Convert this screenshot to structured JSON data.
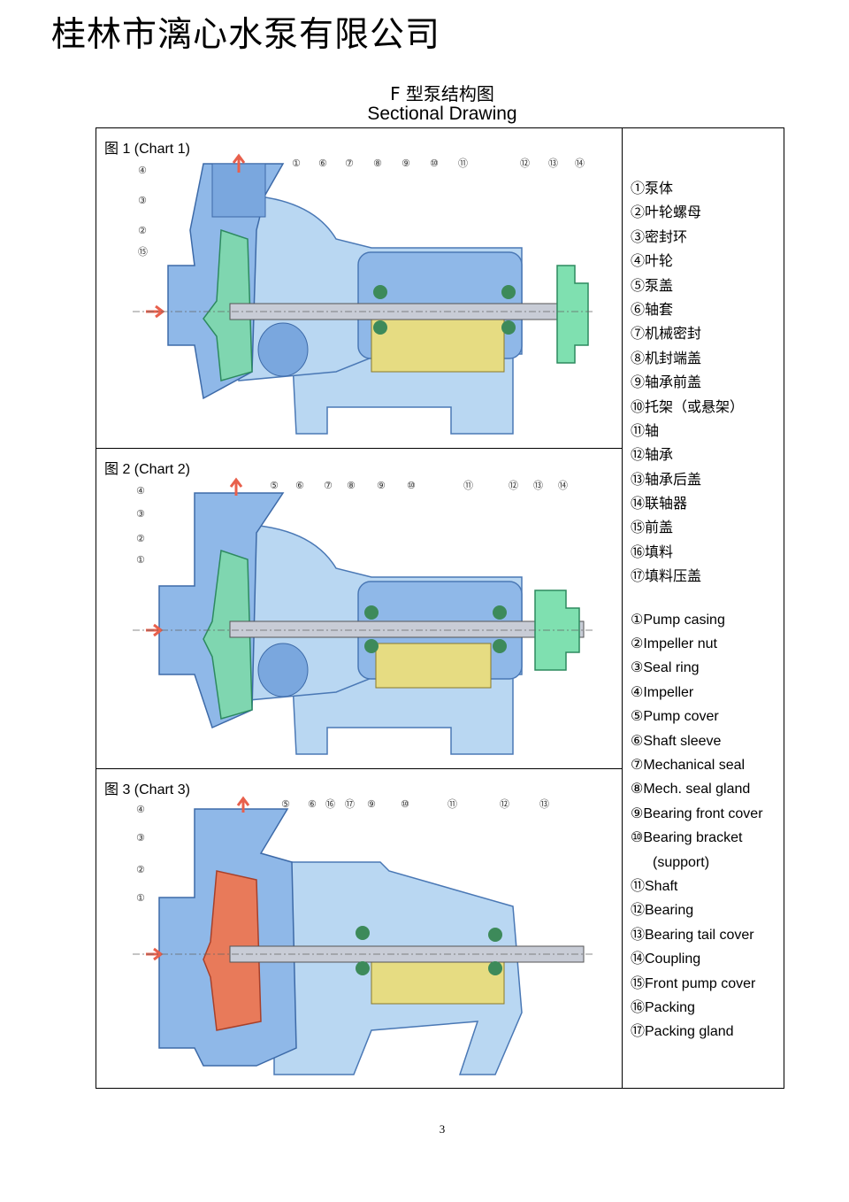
{
  "company": "桂林市漓心水泵有限公司",
  "title_cn": "F 型泵结构图",
  "title_en": "Sectional Drawing",
  "panels": [
    {
      "label": "图 1 (Chart 1)",
      "callouts": [
        "①",
        "⑥",
        "⑦",
        "⑧",
        "⑨",
        "⑩",
        "⑪",
        "⑫",
        "⑬",
        "⑭",
        "④",
        "③",
        "②",
        "⑮"
      ]
    },
    {
      "label": "图 2 (Chart 2)",
      "callouts": [
        "⑤",
        "⑥",
        "⑦",
        "⑧",
        "⑨",
        "⑩",
        "⑪",
        "⑫",
        "⑬",
        "⑭",
        "④",
        "③",
        "②",
        "①"
      ]
    },
    {
      "label": "图 3 (Chart 3)",
      "callouts": [
        "⑤",
        "⑥",
        "⑯",
        "⑰",
        "⑨",
        "⑩",
        "⑪",
        "⑫",
        "⑬",
        "④",
        "③",
        "②",
        "①"
      ]
    }
  ],
  "legend_cn": [
    "①泵体",
    "②叶轮螺母",
    "③密封环",
    "④叶轮",
    "⑤泵盖",
    "⑥轴套",
    "⑦机械密封",
    "⑧机封端盖",
    "⑨轴承前盖",
    "⑩托架（或悬架）",
    "⑪轴",
    "⑫轴承",
    "⑬轴承后盖",
    "⑭联轴器",
    "⑮前盖",
    "⑯填料",
    "⑰填料压盖"
  ],
  "legend_en": [
    "①Pump casing",
    "②Impeller nut",
    "③Seal ring",
    "④Impeller",
    "⑤Pump cover",
    "⑥Shaft sleeve",
    "⑦Mechanical seal",
    "⑧Mech. seal gland",
    "⑨Bearing front cover",
    "⑩Bearing bracket",
    "(support)",
    "⑪Shaft",
    "⑫Bearing",
    "⑬Bearing tail cover",
    "⑭Coupling",
    "⑮Front pump cover",
    "⑯Packing",
    "⑰Packing gland"
  ],
  "page_number": "3",
  "colors": {
    "casing": "#8fb8e8",
    "bracket": "#b9d7f2",
    "impeller_green": "#7fd6b0",
    "impeller_red": "#e87a5a",
    "oil": "#e6dc82",
    "shaft": "#c8ccd6",
    "arrow": "#e8604c",
    "coupling": "#7fe0b0"
  }
}
